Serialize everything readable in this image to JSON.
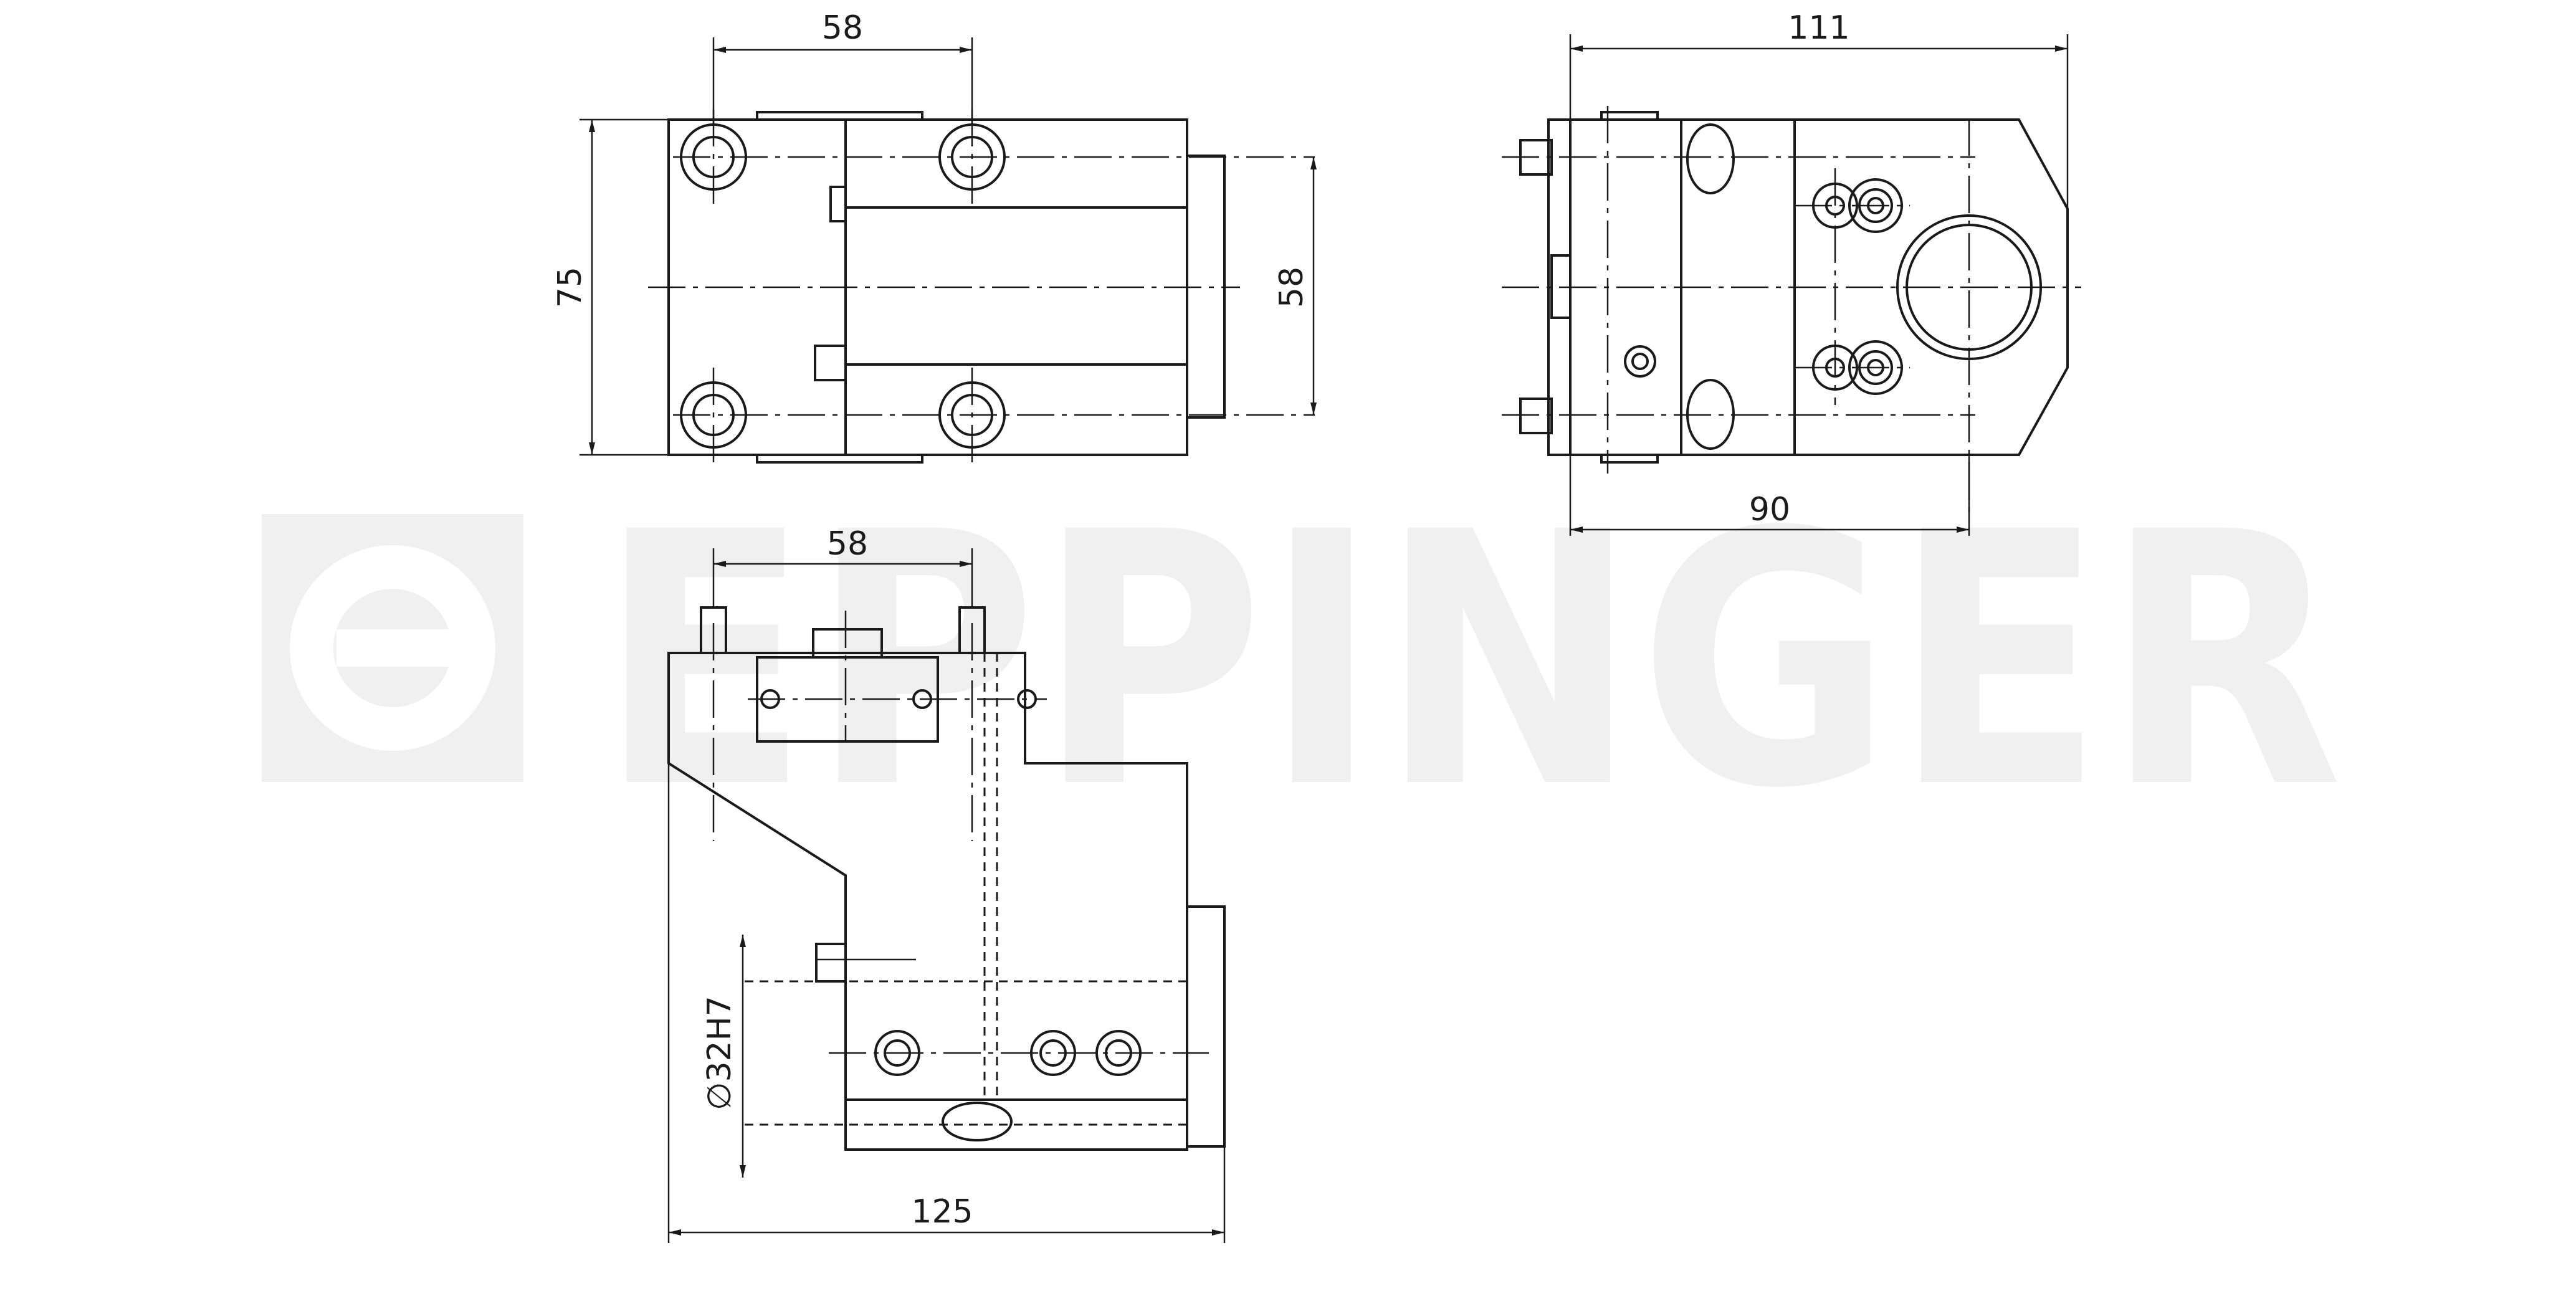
{
  "watermark": {
    "text": "EPPINGER",
    "color": "#f0f0f0"
  },
  "views": {
    "top": {
      "dim_width": "58",
      "dim_height_left": "75",
      "dim_height_right": "58"
    },
    "side": {
      "dim_top": "111",
      "dim_bottom": "90"
    },
    "front": {
      "dim_top": "58",
      "dim_bore": "∅32H7",
      "dim_bottom": "125"
    }
  },
  "colors": {
    "line": "#1a1a1a",
    "background": "#ffffff",
    "watermark": "#f0f0f0"
  }
}
